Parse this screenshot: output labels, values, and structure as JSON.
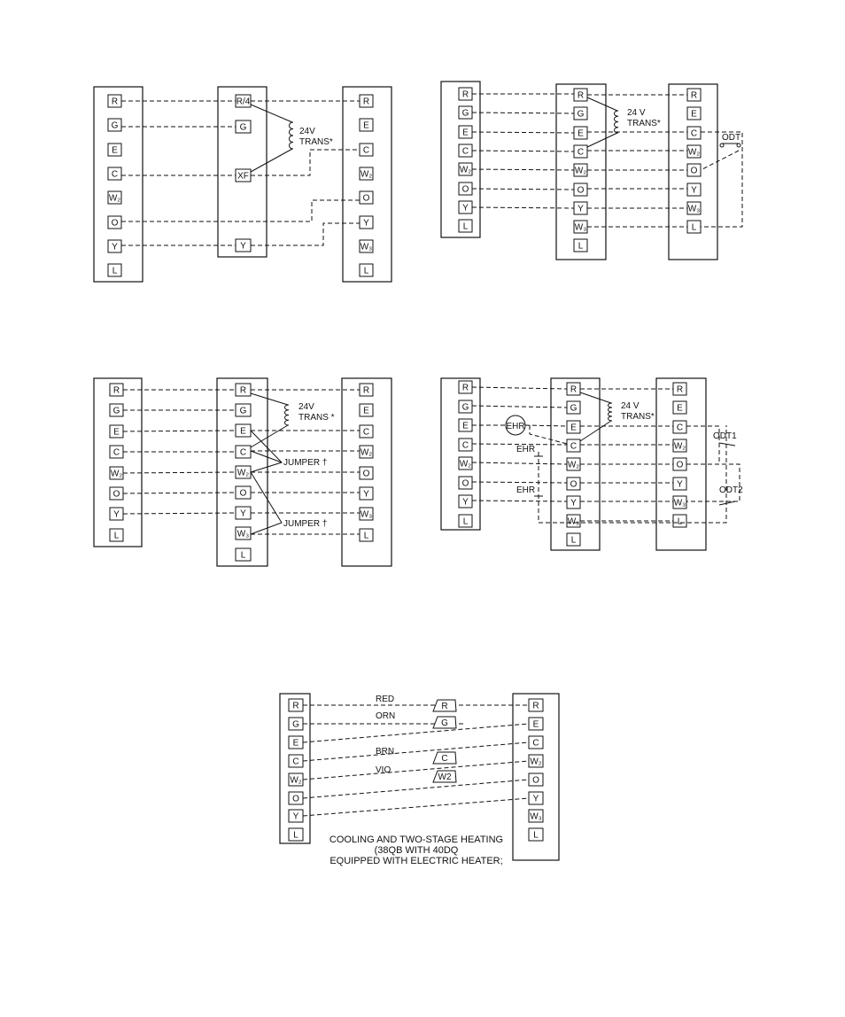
{
  "diagrams": [
    {
      "id": "d1",
      "columns": [
        {
          "terminals": [
            "R",
            "G",
            "E",
            "C",
            "W2",
            "O",
            "Y",
            "L"
          ]
        },
        {
          "terminals": [
            "R/4",
            "G",
            "XF",
            "Y"
          ]
        },
        {
          "terminals": [
            "R",
            "E",
            "C",
            "W2",
            "O",
            "Y",
            "W3",
            "L"
          ]
        }
      ],
      "labels": {
        "transformer": "24V\nTRANS*"
      }
    },
    {
      "id": "d2",
      "columns": [
        {
          "terminals": [
            "R",
            "G",
            "E",
            "C",
            "W2",
            "O",
            "Y",
            "L"
          ]
        },
        {
          "terminals": [
            "R",
            "G",
            "E",
            "C",
            "W2",
            "O",
            "Y",
            "W3",
            "L"
          ]
        },
        {
          "terminals": [
            "R",
            "E",
            "C",
            "W2",
            "O",
            "Y",
            "W3",
            "L"
          ]
        }
      ],
      "labels": {
        "transformer": "24 V\nTRANS*",
        "odt": "ODT"
      }
    },
    {
      "id": "d3",
      "columns": [
        {
          "terminals": [
            "R",
            "G",
            "E",
            "C",
            "W2",
            "O",
            "Y",
            "L"
          ]
        },
        {
          "terminals": [
            "R",
            "G",
            "E",
            "C",
            "W2",
            "O",
            "Y",
            "W3",
            "L"
          ]
        },
        {
          "terminals": [
            "R",
            "E",
            "C",
            "W2",
            "O",
            "Y",
            "W3",
            "L"
          ]
        }
      ],
      "labels": {
        "transformer": "24V\nTRANS *",
        "jumper1": "JUMPER †",
        "jumper2": "JUMPER †"
      }
    },
    {
      "id": "d4",
      "columns": [
        {
          "terminals": [
            "R",
            "G",
            "E",
            "C",
            "W2",
            "O",
            "Y",
            "L"
          ]
        },
        {
          "terminals": [
            "R",
            "G",
            "E",
            "C",
            "W2",
            "O",
            "Y",
            "W3",
            "L"
          ]
        },
        {
          "terminals": [
            "R",
            "E",
            "C",
            "W2",
            "O",
            "Y",
            "W3",
            "L"
          ]
        }
      ],
      "labels": {
        "transformer": "24 V\nTRANS*",
        "ehr_relay": "EHR",
        "ehr1": "EHR",
        "ehr2": "EHR",
        "odt1": "ODT1",
        "odt2": "ODT2"
      }
    },
    {
      "id": "d5",
      "columns": [
        {
          "terminals": [
            "R",
            "G",
            "E",
            "C",
            "W2",
            "O",
            "Y",
            "L"
          ]
        },
        {
          "terminals": [
            "R",
            "E",
            "C",
            "W2",
            "O",
            "Y",
            "W3",
            "L"
          ]
        }
      ],
      "labels": {
        "wire_red": "RED",
        "wire_orn": "ORN",
        "wire_brn": "BRN",
        "wire_vio": "VIO",
        "conn_r": "R",
        "conn_g": "G",
        "conn_c": "C",
        "conn_w2": "W2"
      },
      "caption": "COOLING AND TWO-STAGE HEATING\n(38QB WITH 40DQ\nEQUIPPED WITH ELECTRIC HEATER;"
    }
  ]
}
